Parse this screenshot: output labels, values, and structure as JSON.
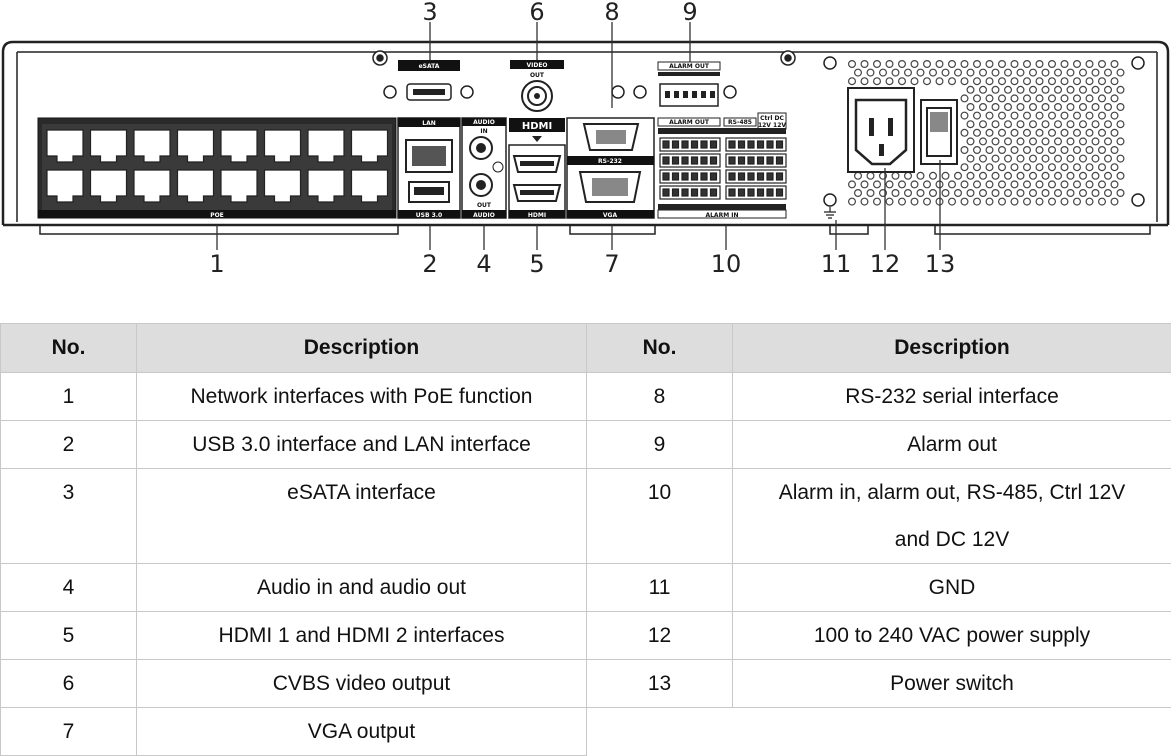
{
  "diagram": {
    "callouts": {
      "c1": "1",
      "c2": "2",
      "c3": "3",
      "c4": "4",
      "c5": "5",
      "c6": "6",
      "c7": "7",
      "c8": "8",
      "c9": "9",
      "c10": "10",
      "c11": "11",
      "c12": "12",
      "c13": "13"
    },
    "port_labels": {
      "esata": "eSATA",
      "video": "VIDEO",
      "video_out": "OUT",
      "alarm_out_top": "ALARM OUT",
      "lan": "LAN",
      "usb": "USB 3.0",
      "audio_in_hdr": "AUDIO",
      "audio_in": "IN",
      "audio_out": "OUT",
      "audio_bottom": "AUDIO",
      "hdmi_top": "HDMI",
      "hdmi_bottom": "HDMI",
      "rs232": "RS-232",
      "vga": "VGA",
      "alarm_out_mid": "ALARM OUT",
      "rs485": "RS-485",
      "ctrl_dc": "Ctrl DC",
      "ctrl_dc_v": "12V 12V",
      "alarm_in": "ALARM IN",
      "poe": "POE"
    }
  },
  "table": {
    "headers": [
      "No.",
      "Description",
      "No.",
      "Description"
    ],
    "rows": [
      [
        "1",
        "Network interfaces with PoE function",
        "8",
        "RS-232 serial interface"
      ],
      [
        "2",
        "USB 3.0 interface and LAN interface",
        "9",
        "Alarm out"
      ],
      [
        "3",
        "eSATA interface",
        "10",
        "Alarm in, alarm out, RS-485, Ctrl 12V",
        "and DC 12V"
      ],
      [
        "4",
        "Audio in and audio out",
        "11",
        "GND"
      ],
      [
        "5",
        "HDMI 1 and HDMI 2 interfaces",
        "12",
        "100 to 240 VAC power supply"
      ],
      [
        "6",
        "CVBS video output",
        "13",
        "Power switch"
      ],
      [
        "7",
        "VGA output"
      ]
    ]
  }
}
